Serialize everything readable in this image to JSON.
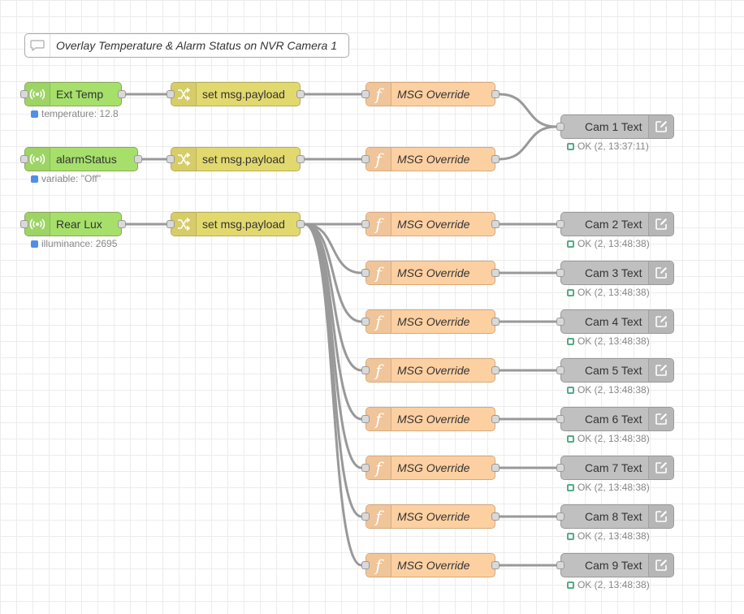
{
  "comment": {
    "text": "Overlay Temperature & Alarm Status on NVR Camera 1"
  },
  "inputs": [
    {
      "label": "Ext Temp",
      "status": "temperature: 12.8"
    },
    {
      "label": "alarmStatus",
      "status": "variable: \"Off\""
    },
    {
      "label": "Rear Lux",
      "status": "illuminance: 2695"
    }
  ],
  "change_nodes": [
    {
      "label": "set msg.payload"
    },
    {
      "label": "set msg.payload"
    },
    {
      "label": "set msg.payload"
    }
  ],
  "function_nodes": [
    {
      "label": "MSG Override"
    },
    {
      "label": "MSG Override"
    },
    {
      "label": "MSG Override"
    },
    {
      "label": "MSG Override"
    },
    {
      "label": "MSG Override"
    },
    {
      "label": "MSG Override"
    },
    {
      "label": "MSG Override"
    },
    {
      "label": "MSG Override"
    },
    {
      "label": "MSG Override"
    },
    {
      "label": "MSG Override"
    }
  ],
  "cam_nodes": [
    {
      "label": "Cam 1 Text",
      "status": "OK (2, 13:37:11)"
    },
    {
      "label": "Cam 2 Text",
      "status": "OK (2, 13:48:38)"
    },
    {
      "label": "Cam 3 Text",
      "status": "OK (2, 13:48:38)"
    },
    {
      "label": "Cam 4 Text",
      "status": "OK (2, 13:48:38)"
    },
    {
      "label": "Cam 5 Text",
      "status": "OK (2, 13:48:38)"
    },
    {
      "label": "Cam 6 Text",
      "status": "OK (2, 13:48:38)"
    },
    {
      "label": "Cam 7 Text",
      "status": "OK (2, 13:48:38)"
    },
    {
      "label": "Cam 8 Text",
      "status": "OK (2, 13:48:38)"
    },
    {
      "label": "Cam 9 Text",
      "status": "OK (2, 13:48:38)"
    }
  ],
  "colors": {
    "inject": "#a6e06b",
    "change": "#e2d96e",
    "function": "#fdd0a2",
    "output": "#c0c0c0",
    "wire": "#999999"
  }
}
